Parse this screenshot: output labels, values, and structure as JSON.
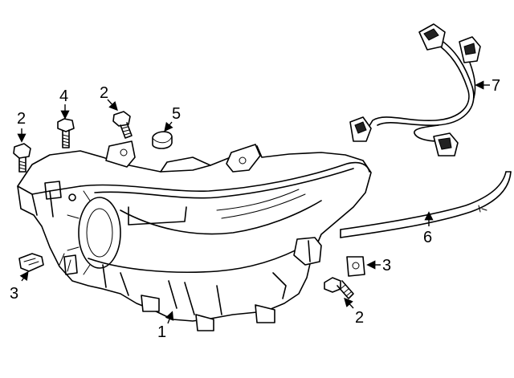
{
  "diagram": {
    "callouts": [
      {
        "id": "c1",
        "text": "1"
      },
      {
        "id": "c2a",
        "text": "2"
      },
      {
        "id": "c2b",
        "text": "2"
      },
      {
        "id": "c2c",
        "text": "2"
      },
      {
        "id": "c3a",
        "text": "3"
      },
      {
        "id": "c3b",
        "text": "3"
      },
      {
        "id": "c4",
        "text": "4"
      },
      {
        "id": "c5",
        "text": "5"
      },
      {
        "id": "c6",
        "text": "6"
      },
      {
        "id": "c7",
        "text": "7"
      }
    ]
  }
}
